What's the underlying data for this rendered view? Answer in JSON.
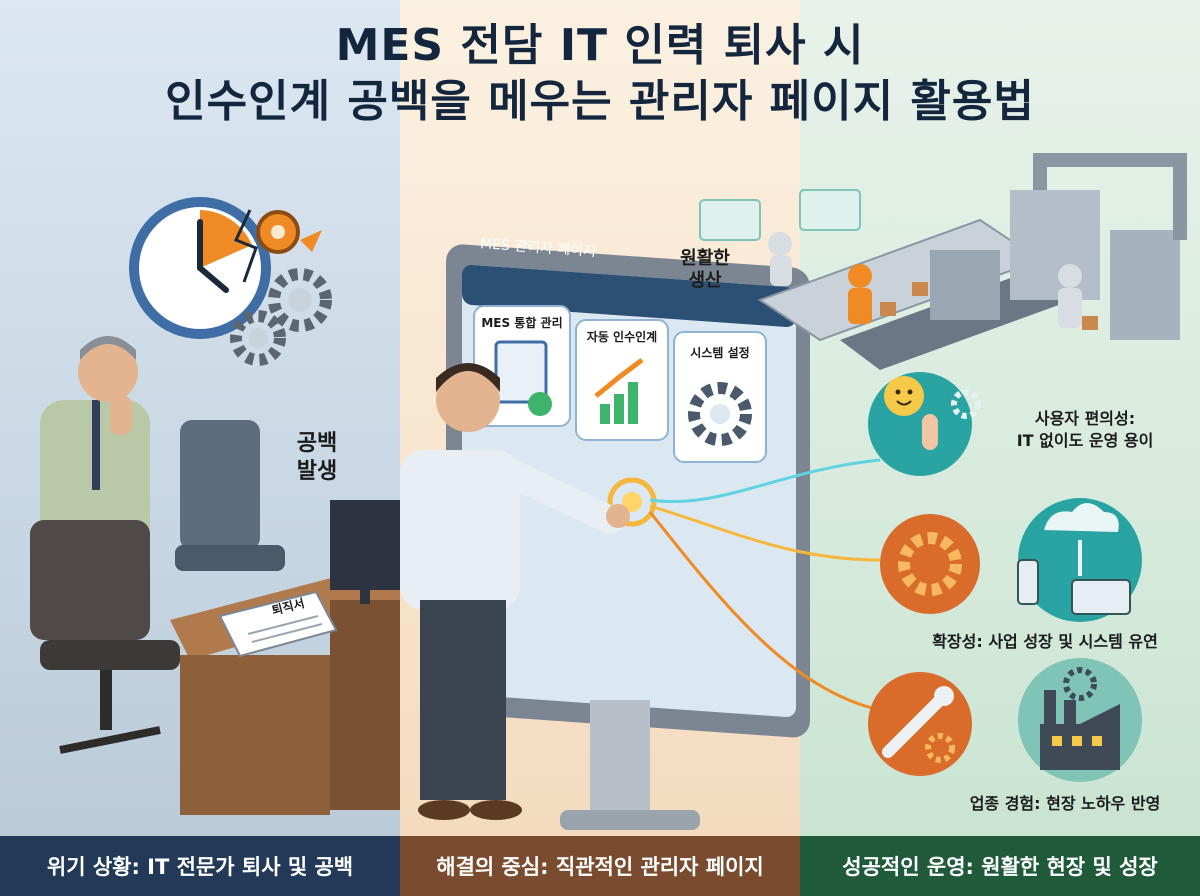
{
  "title": {
    "line1": "MES 전담 IT 인력 퇴사 시",
    "line2": "인수인계 공백을 메우는 관리자 페이지 활용법"
  },
  "left": {
    "gap_label_line1": "공백",
    "gap_label_line2": "발생",
    "resignation_doc": "퇴직서",
    "caption": "위기 상황: IT 전문가 퇴사 및 공백"
  },
  "monitor": {
    "header": "MES 관리자 페이지",
    "cards": [
      {
        "label": "MES 통합 관리"
      },
      {
        "label": "자동 인수인계"
      },
      {
        "label": "시스템 설정"
      }
    ]
  },
  "middle": {
    "caption": "해결의 중심: 직관적인 관리자 페이지"
  },
  "right": {
    "production_line1": "원활한",
    "production_line2": "생산",
    "benefits": [
      {
        "line1": "사용자 편의성:",
        "line2": "IT 없이도 운영 용이"
      },
      {
        "line1": "확장성: 사업 성장 및 시스템 유연",
        "line2": ""
      },
      {
        "line1": "업종 경험: 현장 노하우 반영",
        "line2": ""
      }
    ],
    "caption": "성공적인 운영: 원활한 현장 및 성장"
  },
  "colors": {
    "left_bg": "#c7d6e3",
    "mid_bg": "#f7e4cc",
    "right_bg": "#d6eadc",
    "footer_left": "#223a57",
    "footer_mid": "#7a4b2e",
    "footer_right": "#1f5a3b",
    "title": "#13263d",
    "accent_orange": "#f08a24",
    "accent_teal": "#2aa3a3"
  },
  "icons": [
    "broken-clock-icon",
    "gear-icon",
    "smiley-icon",
    "pointing-hand-icon",
    "cloud-upload-icon",
    "devices-icon",
    "wrench-icon",
    "factory-icon",
    "checklist-icon",
    "growth-chart-icon"
  ]
}
